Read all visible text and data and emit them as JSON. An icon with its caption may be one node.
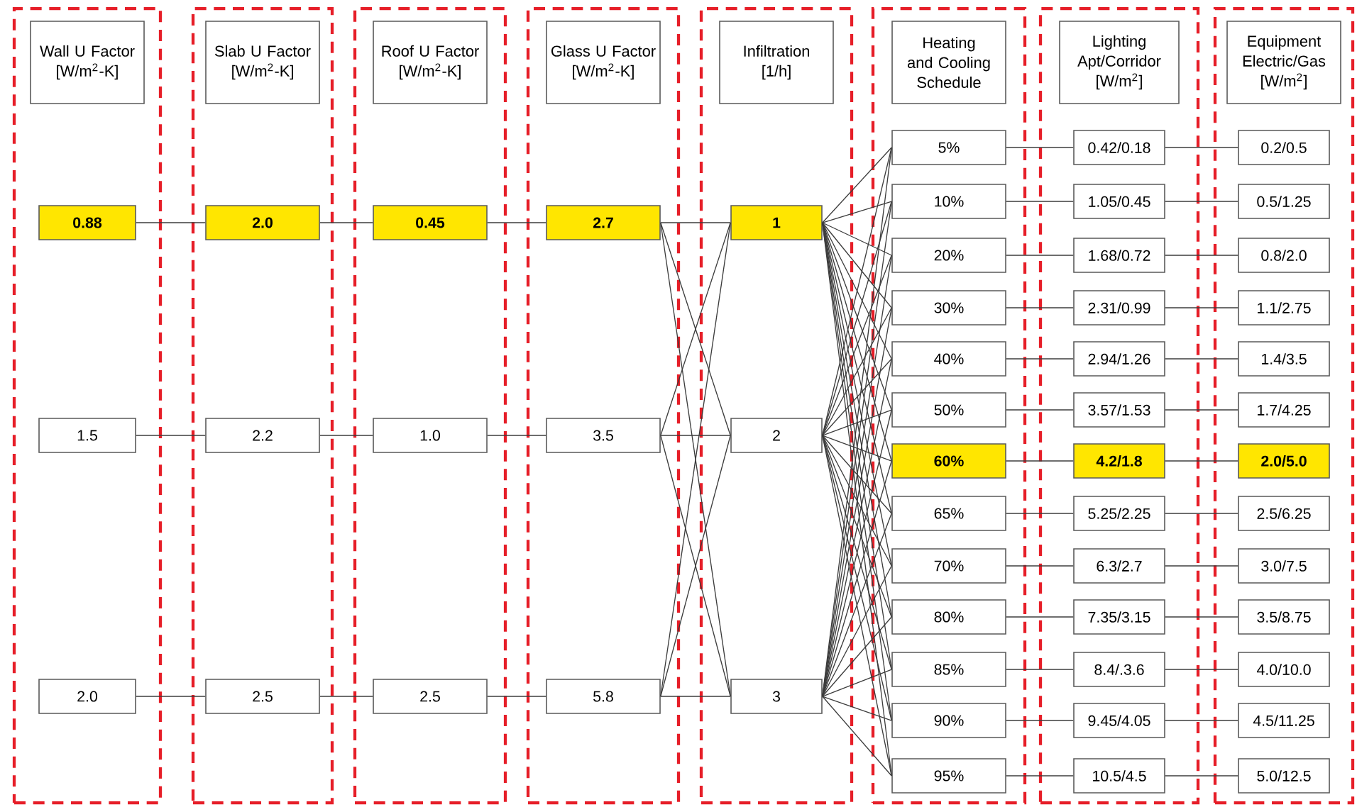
{
  "diagram": {
    "nodes": [
      {
        "text": [],
        "shape": "box"
      },
      {
        "text": [
          "Wall U Factor [W/m$^{2}$-K]"
        ],
        "in": 0
      },
      {
        "text": [
          "0.88"
        ],
        "in": 0
      },
      {
        "text": [
          "1.5"
        ],
        "in": 0
      },
      {
        "text": [
          "2.0"
        ],
        "in": 0
      },
      {
        "text": [],
        "shape": "box"
      },
      {
        "text": [
          "Slab U Factor [W/m$^{2}$-K]"
        ],
        "in": 5
      },
      {
        "text": [
          "2.0"
        ],
        "in": 5
      },
      {
        "text": [
          "2.2"
        ],
        "in": 5
      },
      {
        "text": [
          "2.5"
        ],
        "in": 5
      },
      {
        "text": [],
        "shape": "box"
      },
      {
        "text": [
          "Roof U Factor [W/m$^{2}$-K]"
        ],
        "in": 10
      },
      {
        "text": [
          "0.45"
        ],
        "in": 10
      },
      {
        "text": [
          "1.0"
        ],
        "in": 10
      },
      {
        "text": [
          "2.5"
        ],
        "in": 10
      },
      {
        "text": [],
        "shape": "box"
      },
      {
        "text": [
          "Glass U Factor [W/m$^{2}$-K]"
        ],
        "in": 15
      },
      {
        "text": [
          "2.7"
        ],
        "in": 15
      },
      {
        "text": [
          "3.5"
        ],
        "in": 15
      },
      {
        "text": [
          "5.8"
        ],
        "in": 15
      },
      {
        "text": [],
        "shape": "box"
      },
      {
        "text": [
          "Infiltration [1/h]"
        ],
        "in": 20
      },
      {
        "text": [
          "1"
        ],
        "in": 20
      },
      {
        "text": [
          "2"
        ],
        "in": 20
      },
      {
        "text": [
          "3"
        ],
        "in": 20
      },
      {
        "text": [],
        "shape": "box"
      },
      {
        "text": [
          "Heating and Cooling Schedule"
        ],
        "in": 25
      },
      {
        "text": [
          "5%"
        ],
        "in": 25
      },
      {
        "text": [
          "10%"
        ],
        "in": 25
      },
      {
        "text": [
          "20%"
        ],
        "in": 25
      },
      {
        "text": [
          "30%"
        ],
        "in": 25
      },
      {
        "text": [
          "40%"
        ],
        "in": 25
      },
      {
        "text": [
          "50%"
        ],
        "in": 25
      },
      {
        "text": [
          "60%"
        ],
        "in": 25
      },
      {
        "text": [
          "65%"
        ],
        "in": 25
      },
      {
        "text": [
          "70%"
        ],
        "in": 25
      },
      {
        "text": [
          "80%"
        ],
        "in": 25
      },
      {
        "text": [
          "85%"
        ],
        "in": 25
      },
      {
        "text": [
          "90%"
        ],
        "in": 25
      },
      {
        "text": [
          "95%"
        ],
        "in": 25
      },
      {
        "text": [],
        "shape": "box"
      },
      {
        "text": [
          "Lighting Apt/Corridor [W/m$^{2}$]"
        ],
        "in": 40
      },
      {
        "text": [
          "0.42/0.18"
        ],
        "in": 40
      },
      {
        "text": [
          "1.05/0.45"
        ],
        "in": 40
      },
      {
        "text": [
          "1.68/0.72"
        ],
        "in": 40
      },
      {
        "text": [
          "2.31/0.99"
        ],
        "in": 40
      },
      {
        "text": [
          "2.94/1.26"
        ],
        "in": 40
      },
      {
        "text": [
          "3.57/1.53"
        ],
        "in": 40
      },
      {
        "text": [
          "4.2/1.8"
        ],
        "in": 40
      },
      {
        "text": [
          "5.25/2.25"
        ],
        "in": 40
      },
      {
        "text": [
          "6.3/2.7"
        ],
        "in": 40
      },
      {
        "text": [
          "7.35/3.15"
        ],
        "in": 40
      },
      {
        "text": [
          "8.4/.3.6"
        ],
        "in": 40
      },
      {
        "text": [
          "9.45/4.05"
        ],
        "in": 40
      },
      {
        "text": [
          "10.5/4.5"
        ],
        "in": 40
      },
      {
        "text": [],
        "shape": "box"
      },
      {
        "text": [
          "Equipment Electric/Gas [W/m$^{2}$]"
        ],
        "in": 55
      },
      {
        "text": [
          "0.2/0.5"
        ],
        "in": 55
      },
      {
        "text": [
          "0.5/1.25"
        ],
        "in": 55
      },
      {
        "text": [
          "0.8/2.0"
        ],
        "in": 55
      },
      {
        "text": [
          "1.1/2.75"
        ],
        "in": 55
      },
      {
        "text": [
          "1.4/3.5"
        ],
        "in": 55
      },
      {
        "text": [
          "1.7/4.25"
        ],
        "in": 55
      },
      {
        "text": [
          "2.0/5.0"
        ],
        "in": 55
      },
      {
        "text": [
          "2.5/6.25"
        ],
        "in": 55
      },
      {
        "text": [
          "3.0/7.5"
        ],
        "in": 55
      },
      {
        "text": [
          "3.5/8.75"
        ],
        "in": 55
      },
      {
        "text": [
          "4.0/10.0"
        ],
        "in": 55
      },
      {
        "text": [
          "4.5/11.25"
        ],
        "in": 55
      },
      {
        "text": [
          "5.0/12.5"
        ],
        "in": 55
      }
    ],
    "edges": [
      {
        "from": 2,
        "to": 7,
        "arrow": "none"
      },
      {
        "from": 3,
        "to": 8,
        "arrow": "none"
      },
      {
        "from": 4,
        "to": 9,
        "arrow": "none"
      },
      {
        "from": 7,
        "to": 12,
        "arrow": "none"
      },
      {
        "from": 8,
        "to": 13,
        "arrow": "none"
      },
      {
        "from": 9,
        "to": 14,
        "arrow": "none"
      },
      {
        "from": 12,
        "to": 17,
        "arrow": "none"
      },
      {
        "from": 13,
        "to": 18,
        "arrow": "none"
      },
      {
        "from": 14,
        "to": 19,
        "arrow": "none"
      },
      {
        "from": 17,
        "to": 22,
        "arrow": "none"
      },
      {
        "from": 17,
        "to": 23,
        "arrow": "none"
      },
      {
        "from": 17,
        "to": 24,
        "arrow": "none"
      },
      {
        "from": 18,
        "to": 22,
        "arrow": "none"
      },
      {
        "from": 18,
        "to": 23,
        "arrow": "none"
      },
      {
        "from": 18,
        "to": 24,
        "arrow": "none"
      },
      {
        "from": 19,
        "to": 22,
        "arrow": "none"
      },
      {
        "from": 19,
        "to": 23,
        "arrow": "none"
      },
      {
        "from": 19,
        "to": 24,
        "arrow": "none"
      },
      {
        "from": 22,
        "to": 27,
        "arrow": "none"
      },
      {
        "from": 22,
        "to": 28,
        "arrow": "none"
      },
      {
        "from": 22,
        "to": 29,
        "arrow": "none"
      },
      {
        "from": 22,
        "to": 30,
        "arrow": "none"
      },
      {
        "from": 22,
        "to": 31,
        "arrow": "none"
      },
      {
        "from": 22,
        "to": 32,
        "arrow": "none"
      },
      {
        "from": 22,
        "to": 33,
        "arrow": "none"
      },
      {
        "from": 22,
        "to": 34,
        "arrow": "none"
      },
      {
        "from": 22,
        "to": 35,
        "arrow": "none"
      },
      {
        "from": 22,
        "to": 36,
        "arrow": "none"
      },
      {
        "from": 22,
        "to": 37,
        "arrow": "none"
      },
      {
        "from": 22,
        "to": 38,
        "arrow": "none"
      },
      {
        "from": 22,
        "to": 39,
        "arrow": "none"
      },
      {
        "from": 23,
        "to": 27,
        "arrow": "none"
      },
      {
        "from": 23,
        "to": 28,
        "arrow": "none"
      },
      {
        "from": 23,
        "to": 29,
        "arrow": "none"
      },
      {
        "from": 23,
        "to": 30,
        "arrow": "none"
      },
      {
        "from": 23,
        "to": 31,
        "arrow": "none"
      },
      {
        "from": 23,
        "to": 32,
        "arrow": "none"
      },
      {
        "from": 23,
        "to": 33,
        "arrow": "none"
      },
      {
        "from": 23,
        "to": 34,
        "arrow": "none"
      },
      {
        "from": 23,
        "to": 35,
        "arrow": "none"
      },
      {
        "from": 23,
        "to": 36,
        "arrow": "none"
      },
      {
        "from": 23,
        "to": 37,
        "arrow": "none"
      },
      {
        "from": 23,
        "to": 38,
        "arrow": "none"
      },
      {
        "from": 23,
        "to": 39,
        "arrow": "none"
      },
      {
        "from": 24,
        "to": 27,
        "arrow": "none"
      },
      {
        "from": 24,
        "to": 28,
        "arrow": "none"
      },
      {
        "from": 24,
        "to": 29,
        "arrow": "none"
      },
      {
        "from": 24,
        "to": 30,
        "arrow": "none"
      },
      {
        "from": 24,
        "to": 31,
        "arrow": "none"
      },
      {
        "from": 24,
        "to": 32,
        "arrow": "none"
      },
      {
        "from": 24,
        "to": 33,
        "arrow": "none"
      },
      {
        "from": 24,
        "to": 34,
        "arrow": "none"
      },
      {
        "from": 24,
        "to": 35,
        "arrow": "none"
      },
      {
        "from": 24,
        "to": 36,
        "arrow": "none"
      },
      {
        "from": 24,
        "to": 37,
        "arrow": "none"
      },
      {
        "from": 24,
        "to": 38,
        "arrow": "none"
      },
      {
        "from": 24,
        "to": 39,
        "arrow": "none"
      },
      {
        "from": 27,
        "to": 42,
        "arrow": "none"
      },
      {
        "from": 28,
        "to": 43,
        "arrow": "none"
      },
      {
        "from": 29,
        "to": 44,
        "arrow": "none"
      },
      {
        "from": 30,
        "to": 45,
        "arrow": "none"
      },
      {
        "from": 31,
        "to": 46,
        "arrow": "none"
      },
      {
        "from": 32,
        "to": 47,
        "arrow": "none"
      },
      {
        "from": 33,
        "to": 48,
        "arrow": "none"
      },
      {
        "from": 34,
        "to": 49,
        "arrow": "none"
      },
      {
        "from": 35,
        "to": 50,
        "arrow": "none"
      },
      {
        "from": 36,
        "to": 51,
        "arrow": "none"
      },
      {
        "from": 37,
        "to": 52,
        "arrow": "none"
      },
      {
        "from": 38,
        "to": 53,
        "arrow": "none"
      },
      {
        "from": 39,
        "to": 54,
        "arrow": "none"
      },
      {
        "from": 42,
        "to": 57,
        "arrow": "none"
      },
      {
        "from": 43,
        "to": 58,
        "arrow": "none"
      },
      {
        "from": 44,
        "to": 59,
        "arrow": "none"
      },
      {
        "from": 45,
        "to": 60,
        "arrow": "none"
      },
      {
        "from": 46,
        "to": 61,
        "arrow": "none"
      },
      {
        "from": 47,
        "to": 62,
        "arrow": "none"
      },
      {
        "from": 48,
        "to": 63,
        "arrow": "none"
      },
      {
        "from": 49,
        "to": 64,
        "arrow": "none"
      },
      {
        "from": 50,
        "to": 65,
        "arrow": "none"
      },
      {
        "from": 51,
        "to": 66,
        "arrow": "none"
      },
      {
        "from": 52,
        "to": 67,
        "arrow": "none"
      },
      {
        "from": 53,
        "to": 68,
        "arrow": "none"
      },
      {
        "from": 54,
        "to": 69,
        "arrow": "none"
      }
    ]
  }
}
